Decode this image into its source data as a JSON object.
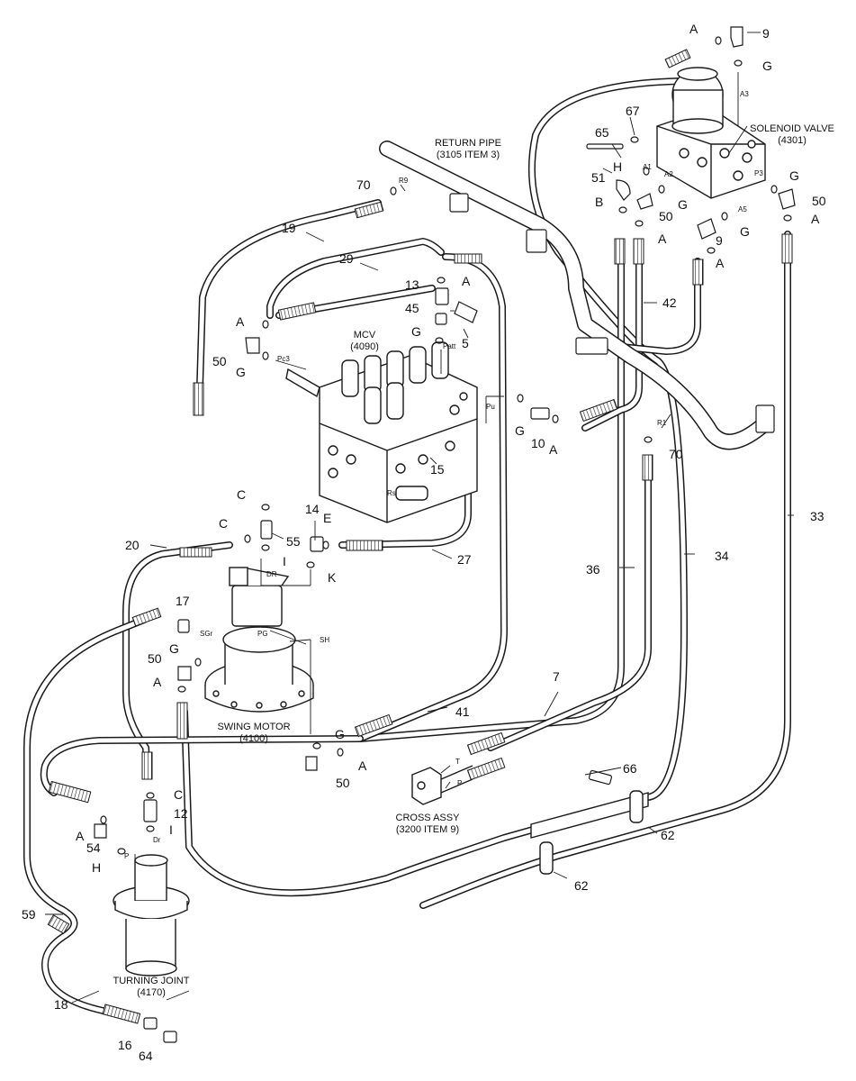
{
  "components": {
    "solenoid_valve": {
      "name": "SOLENOID VALVE",
      "ref": "(4301)"
    },
    "return_pipe": {
      "name": "RETURN PIPE",
      "ref": "(3105 ITEM 3)"
    },
    "mcv": {
      "name": "MCV",
      "ref": "(4090)"
    },
    "swing_motor": {
      "name": "SWING MOTOR",
      "ref": "(4100)"
    },
    "cross_assy": {
      "name": "CROSS ASSY",
      "ref": "(3200 ITEM 9)"
    },
    "turning_joint": {
      "name": "TURNING JOINT",
      "ref": "(4170)"
    }
  },
  "callouts": {
    "n9a": "9",
    "n9b": "9",
    "n65": "65",
    "n67": "67",
    "n51": "51",
    "n50a": "50",
    "n50b": "50",
    "n50c": "50",
    "n50d": "50",
    "n50e": "50",
    "n70a": "70",
    "n70b": "70",
    "n19": "19",
    "n29": "29",
    "n13": "13",
    "n45": "45",
    "n5": "5",
    "n42": "42",
    "n10": "10",
    "n15": "15",
    "n14": "14",
    "n55": "55",
    "n20": "20",
    "n27": "27",
    "n17": "17",
    "n41": "41",
    "n7": "7",
    "n36": "36",
    "n34": "34",
    "n33": "33",
    "n66": "66",
    "n62a": "62",
    "n62b": "62",
    "n12": "12",
    "n54": "54",
    "n59": "59",
    "n18": "18",
    "n16": "16",
    "n64": "64"
  },
  "letters": {
    "a1": "A",
    "g1": "G",
    "h1": "H",
    "b1": "B",
    "g2": "G",
    "a2": "A",
    "g3": "G",
    "a3": "A",
    "g4": "G",
    "a4": "A",
    "a5": "A",
    "a6": "A",
    "g5": "G",
    "g6": "G",
    "g7": "G",
    "a7": "A",
    "a8": "A",
    "c1": "C",
    "c2": "C",
    "e1": "E",
    "i1": "I",
    "k1": "K",
    "g8": "G",
    "a9": "A",
    "g9": "G",
    "a10": "A",
    "a11": "A",
    "c3": "C",
    "i2": "I",
    "h2": "H",
    "a12": "A"
  },
  "ports": {
    "A3": "A3",
    "A1": "A1",
    "A2": "A2",
    "A5": "A5",
    "P3": "P3",
    "R9": "R9",
    "Patt": "Patt",
    "Pc3": "Pc3",
    "Pu": "Pu",
    "Rs": "Rs",
    "R1": "R1",
    "DR": "DR",
    "SGr": "SGr",
    "PG": "PG",
    "SH": "SH",
    "T": "T",
    "P": "P",
    "Dr": "Dr",
    "P2": "P"
  },
  "colors": {
    "ink": "#1a1a1a",
    "paper": "#ffffff",
    "tube": "#ffffff"
  }
}
